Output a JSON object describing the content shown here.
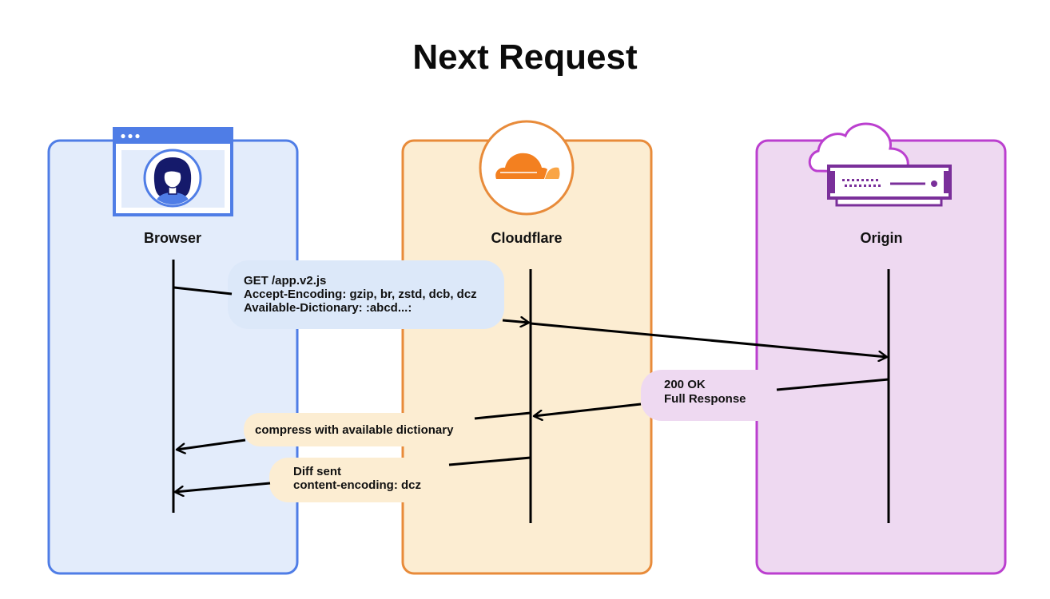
{
  "title": "Next Request",
  "colors": {
    "browser_fill": "#e3ecfb",
    "browser_stroke": "#4f7de6",
    "cloudflare_fill": "#fcedd2",
    "cloudflare_stroke": "#e88b3a",
    "origin_fill": "#eed9f1",
    "origin_stroke": "#bb3fcf",
    "cloudflare_logo": "#f38020",
    "line": "#000000"
  },
  "lanes": [
    {
      "id": "browser",
      "label": "Browser",
      "icon": "user-avatar-icon"
    },
    {
      "id": "cloudflare",
      "label": "Cloudflare",
      "icon": "cloudflare-logo-icon"
    },
    {
      "id": "origin",
      "label": "Origin",
      "icon": "server-cloud-icon"
    }
  ],
  "messages": {
    "request": {
      "lines": [
        "GET  /app.v2.js",
        "Accept-Encoding: gzip, br, zstd, dcb, dcz",
        "Available-Dictionary: :abcd...:"
      ]
    },
    "origin_response": {
      "lines": [
        "200 OK",
        "Full Response"
      ]
    },
    "compress": {
      "lines": [
        "compress with available dictionary"
      ]
    },
    "diff": {
      "lines": [
        "Diff sent",
        "content-encoding: dcz"
      ]
    }
  }
}
